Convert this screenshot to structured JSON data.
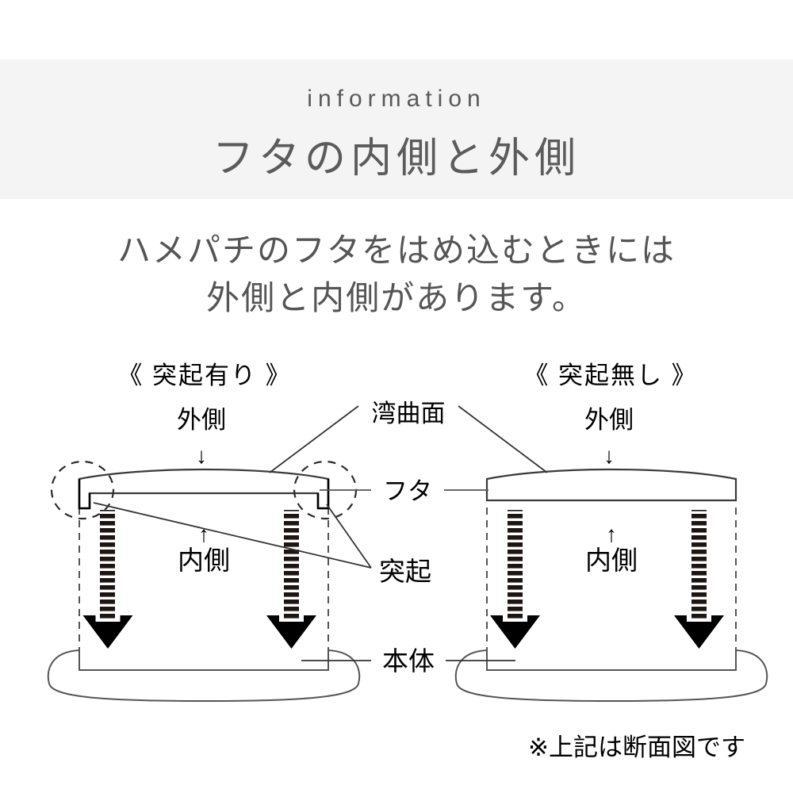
{
  "header": {
    "kicker": "information",
    "title": "フタの内側と外側",
    "band_color": "#f4f4f4"
  },
  "lead": {
    "line1": "ハメパチのフタをはめ込むときには",
    "line2": "外側と内側があります。"
  },
  "diagrams": [
    {
      "id": "with-protrusion",
      "heading": "《 突起有り 》",
      "outside_label": "外側",
      "outside_arrow": "↓",
      "inside_label": "内側",
      "inside_arrow": "↑",
      "has_protrusion": true
    },
    {
      "id": "without-protrusion",
      "heading": "《 突起無し 》",
      "outside_label": "外側",
      "outside_arrow": "↓",
      "inside_label": "内側",
      "inside_arrow": "↑",
      "has_protrusion": false
    }
  ],
  "callouts": {
    "curved_surface": "湾曲面",
    "lid": "フタ",
    "protrusion": "突起",
    "body": "本体"
  },
  "footnote": "※上記は断面図です",
  "colors": {
    "ink": "#000000",
    "line": "#333333",
    "text_gray": "#555555",
    "band": "#f4f4f4"
  }
}
